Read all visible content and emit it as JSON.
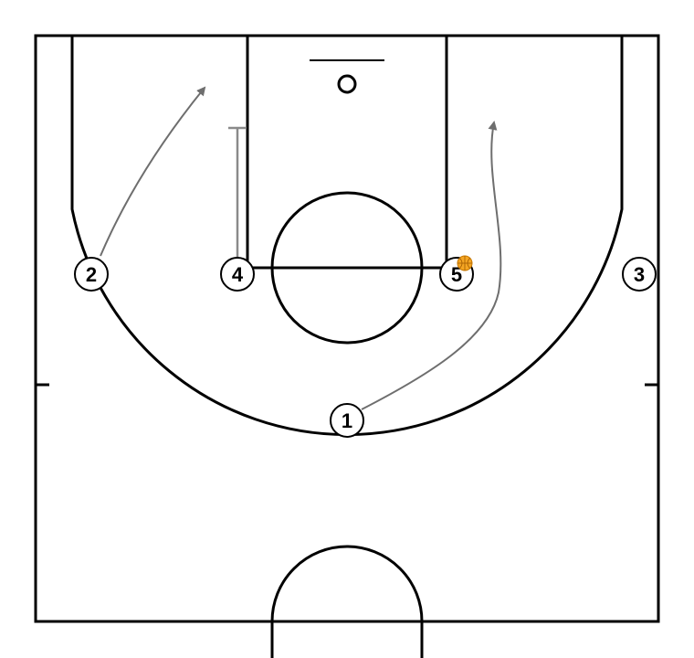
{
  "players": [
    {
      "id": "1",
      "label": "1"
    },
    {
      "id": "2",
      "label": "2"
    },
    {
      "id": "3",
      "label": "3"
    },
    {
      "id": "4",
      "label": "4"
    },
    {
      "id": "5",
      "label": "5"
    }
  ],
  "ball_holder": "5",
  "colors": {
    "court_lines": "#000000",
    "movement_arrows": "#6e6e6e",
    "screen_line": "#8a8a8a",
    "ball": "#f5a623"
  }
}
